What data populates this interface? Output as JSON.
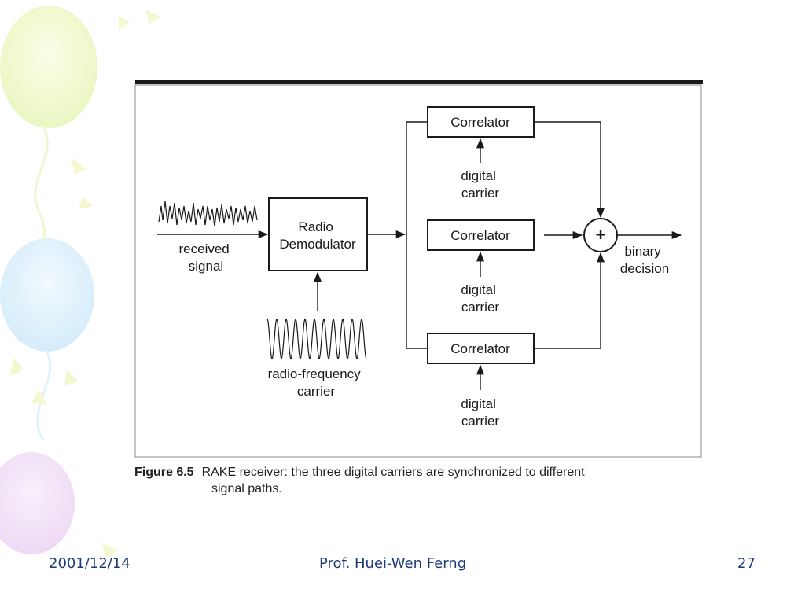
{
  "diagram": {
    "received_signal": [
      "received",
      "signal"
    ],
    "demodulator": [
      "Radio",
      "Demodulator"
    ],
    "rf_carrier": [
      "radio-frequency",
      "carrier"
    ],
    "correlators": [
      {
        "label": "Correlator",
        "carrier": [
          "digital",
          "carrier"
        ]
      },
      {
        "label": "Correlator",
        "carrier": [
          "digital",
          "carrier"
        ]
      },
      {
        "label": "Correlator",
        "carrier": [
          "digital",
          "carrier"
        ]
      }
    ],
    "adder_symbol": "+",
    "output": [
      "binary",
      "decision"
    ]
  },
  "caption": {
    "figure_number": "Figure 6.5",
    "line1": "RAKE receiver: the three digital carriers are synchronized to different",
    "line2": "signal paths."
  },
  "footer": {
    "date": "2001/12/14",
    "author": "Prof. Huei-Wen Ferng",
    "page": "27"
  },
  "colors": {
    "footer_text": "#1f3a7a",
    "diagram_ink": "#1a1a1a"
  }
}
